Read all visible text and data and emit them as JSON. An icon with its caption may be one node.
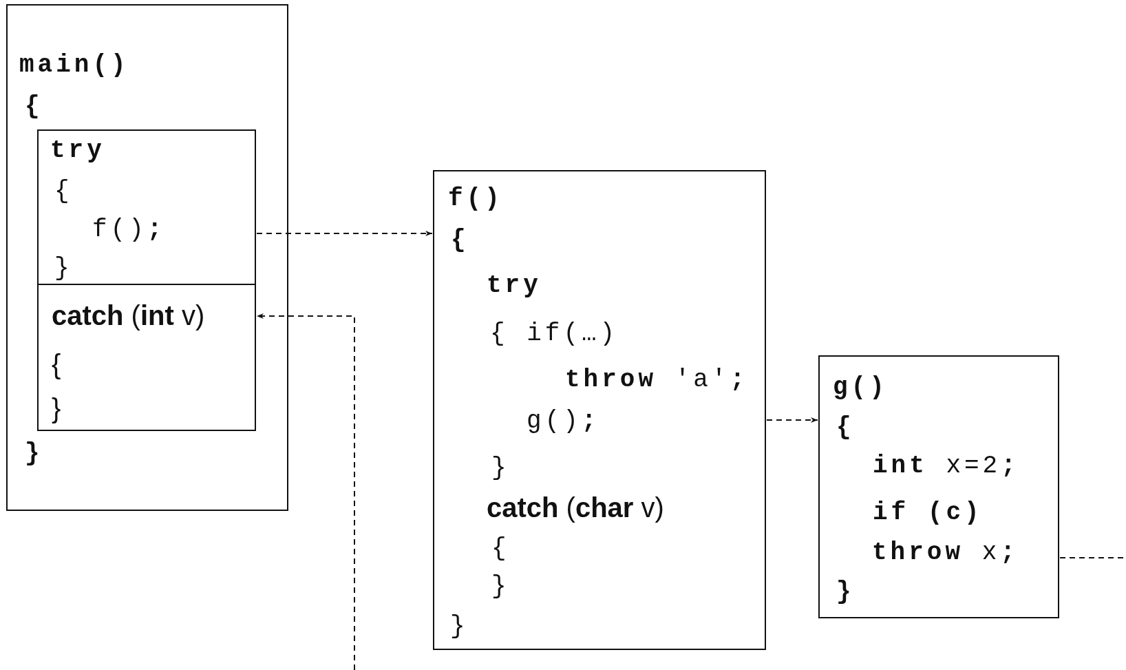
{
  "diagram": {
    "nodes": [
      {
        "text": [
          "main()",
          "{",
          "}"
        ]
      },
      {
        "text": [
          "try",
          "{",
          "f()**;**",
          "}"
        ],
        "in": 0
      },
      {
        "text": [
          "**catch** (**int** v)",
          "{",
          "}"
        ],
        "in": 0
      },
      {
        "text": [
          "f()",
          "{",
          "try",
          "{ if(…)",
          "**throw** 'a'**;**",
          "g()**;**",
          "}",
          "**catch** (**char** v)",
          "{",
          "}",
          "}"
        ]
      },
      {
        "text": [
          "g()",
          "{",
          "**int** x=2**;**",
          "if (c)",
          "**throw** x**;**",
          "}"
        ]
      }
    ],
    "edges": [
      {
        "from": 1,
        "to": 3,
        "arrow": "to",
        "style": "dashed"
      },
      {
        "from": 3,
        "to": 4,
        "arrow": "to",
        "style": "dashed"
      },
      {
        "from": 4,
        "to": null,
        "arrow": "none",
        "style": "dashed"
      },
      {
        "from": null,
        "to": 2,
        "arrow": "to",
        "style": "dashed"
      }
    ]
  }
}
